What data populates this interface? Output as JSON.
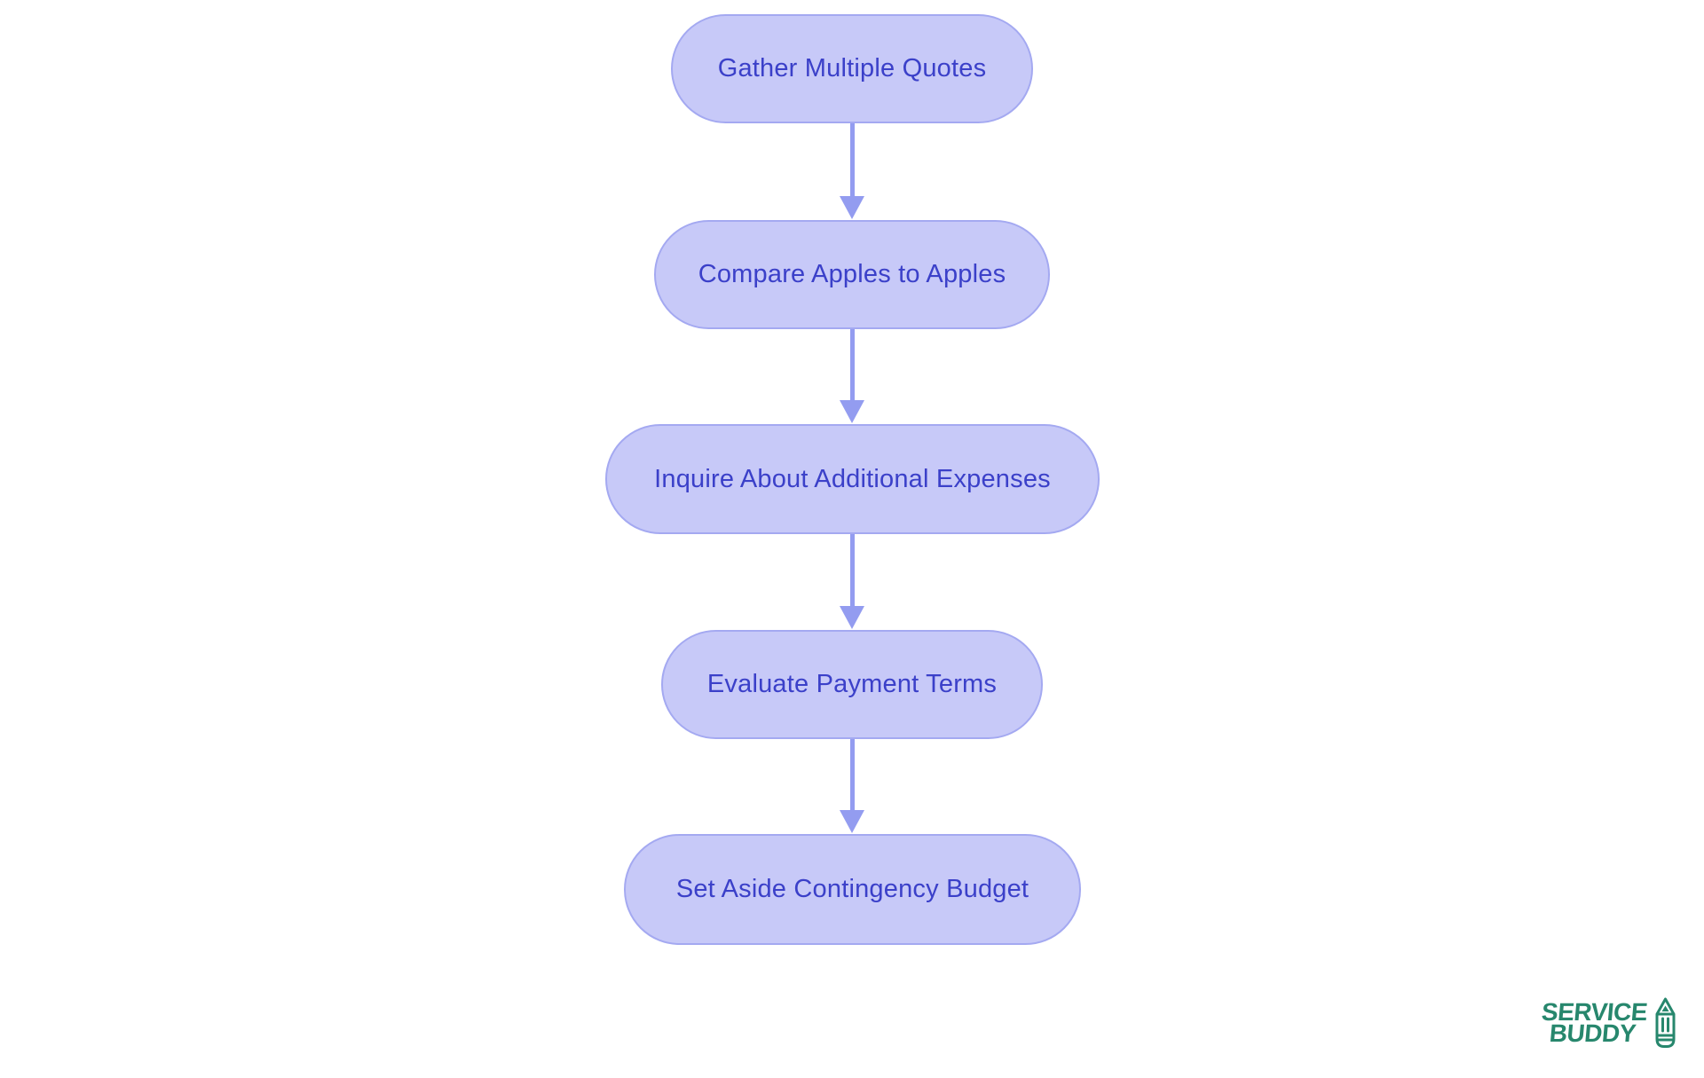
{
  "flowchart": {
    "type": "vertical-flow",
    "nodes": [
      {
        "id": 1,
        "label": "Gather Multiple Quotes"
      },
      {
        "id": 2,
        "label": "Compare Apples to Apples"
      },
      {
        "id": 3,
        "label": "Inquire About Additional Expenses"
      },
      {
        "id": 4,
        "label": "Evaluate Payment Terms"
      },
      {
        "id": 5,
        "label": "Set Aside Contingency Budget"
      }
    ],
    "edges": [
      {
        "from": 1,
        "to": 2
      },
      {
        "from": 2,
        "to": 3
      },
      {
        "from": 3,
        "to": 4
      },
      {
        "from": 4,
        "to": 5
      }
    ]
  },
  "logo": {
    "line1": "SERVICE",
    "line2": "BUDDY",
    "icon": "pencil-icon"
  },
  "colors": {
    "node_fill": "#c7c9f8",
    "node_border": "#a4a9f1",
    "arrow": "#939cf0",
    "node_text": "#3b40c9",
    "logo_green": "#27876d",
    "background": "#ffffff"
  }
}
